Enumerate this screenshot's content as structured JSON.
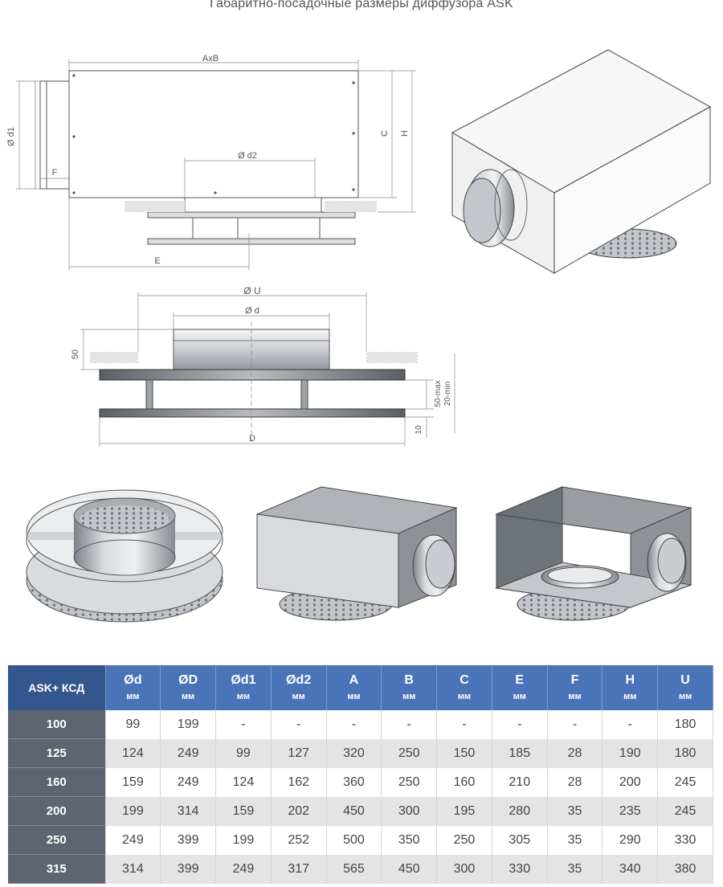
{
  "title": "Габаритно-посадочные размеры диффузора ASK",
  "dimensions": {
    "axb": "AxB",
    "phi_d1": "Ø d1",
    "f": "F",
    "phi_d2": "Ø d2",
    "c": "C",
    "h": "H",
    "e": "E",
    "phi_u": "Ø U",
    "phi_d": "Ø d",
    "d": "D",
    "v50": "50",
    "v10": "10",
    "gap_max": "50-max",
    "gap_min": "20-min"
  },
  "table": {
    "corner": "ASK+ КСД",
    "columns": [
      {
        "sym": "Ød",
        "unit": "мм"
      },
      {
        "sym": "ØD",
        "unit": "мм"
      },
      {
        "sym": "Ød1",
        "unit": "мм"
      },
      {
        "sym": "Ød2",
        "unit": "мм"
      },
      {
        "sym": "A",
        "unit": "мм"
      },
      {
        "sym": "B",
        "unit": "мм"
      },
      {
        "sym": "C",
        "unit": "мм"
      },
      {
        "sym": "E",
        "unit": "мм"
      },
      {
        "sym": "F",
        "unit": "мм"
      },
      {
        "sym": "H",
        "unit": "мм"
      },
      {
        "sym": "U",
        "unit": "мм"
      }
    ],
    "rows": [
      {
        "size": "100",
        "values": [
          "99",
          "199",
          "-",
          "-",
          "-",
          "-",
          "-",
          "-",
          "-",
          "-",
          "180"
        ]
      },
      {
        "size": "125",
        "values": [
          "124",
          "249",
          "99",
          "127",
          "320",
          "250",
          "150",
          "185",
          "28",
          "190",
          "180"
        ]
      },
      {
        "size": "160",
        "values": [
          "159",
          "249",
          "124",
          "162",
          "360",
          "250",
          "160",
          "210",
          "28",
          "200",
          "245"
        ]
      },
      {
        "size": "200",
        "values": [
          "199",
          "314",
          "159",
          "202",
          "450",
          "300",
          "195",
          "280",
          "35",
          "235",
          "245"
        ]
      },
      {
        "size": "250",
        "values": [
          "249",
          "399",
          "199",
          "252",
          "500",
          "350",
          "250",
          "305",
          "35",
          "290",
          "330"
        ]
      },
      {
        "size": "315",
        "values": [
          "314",
          "399",
          "249",
          "317",
          "565",
          "450",
          "300",
          "330",
          "35",
          "340",
          "380"
        ]
      }
    ]
  }
}
